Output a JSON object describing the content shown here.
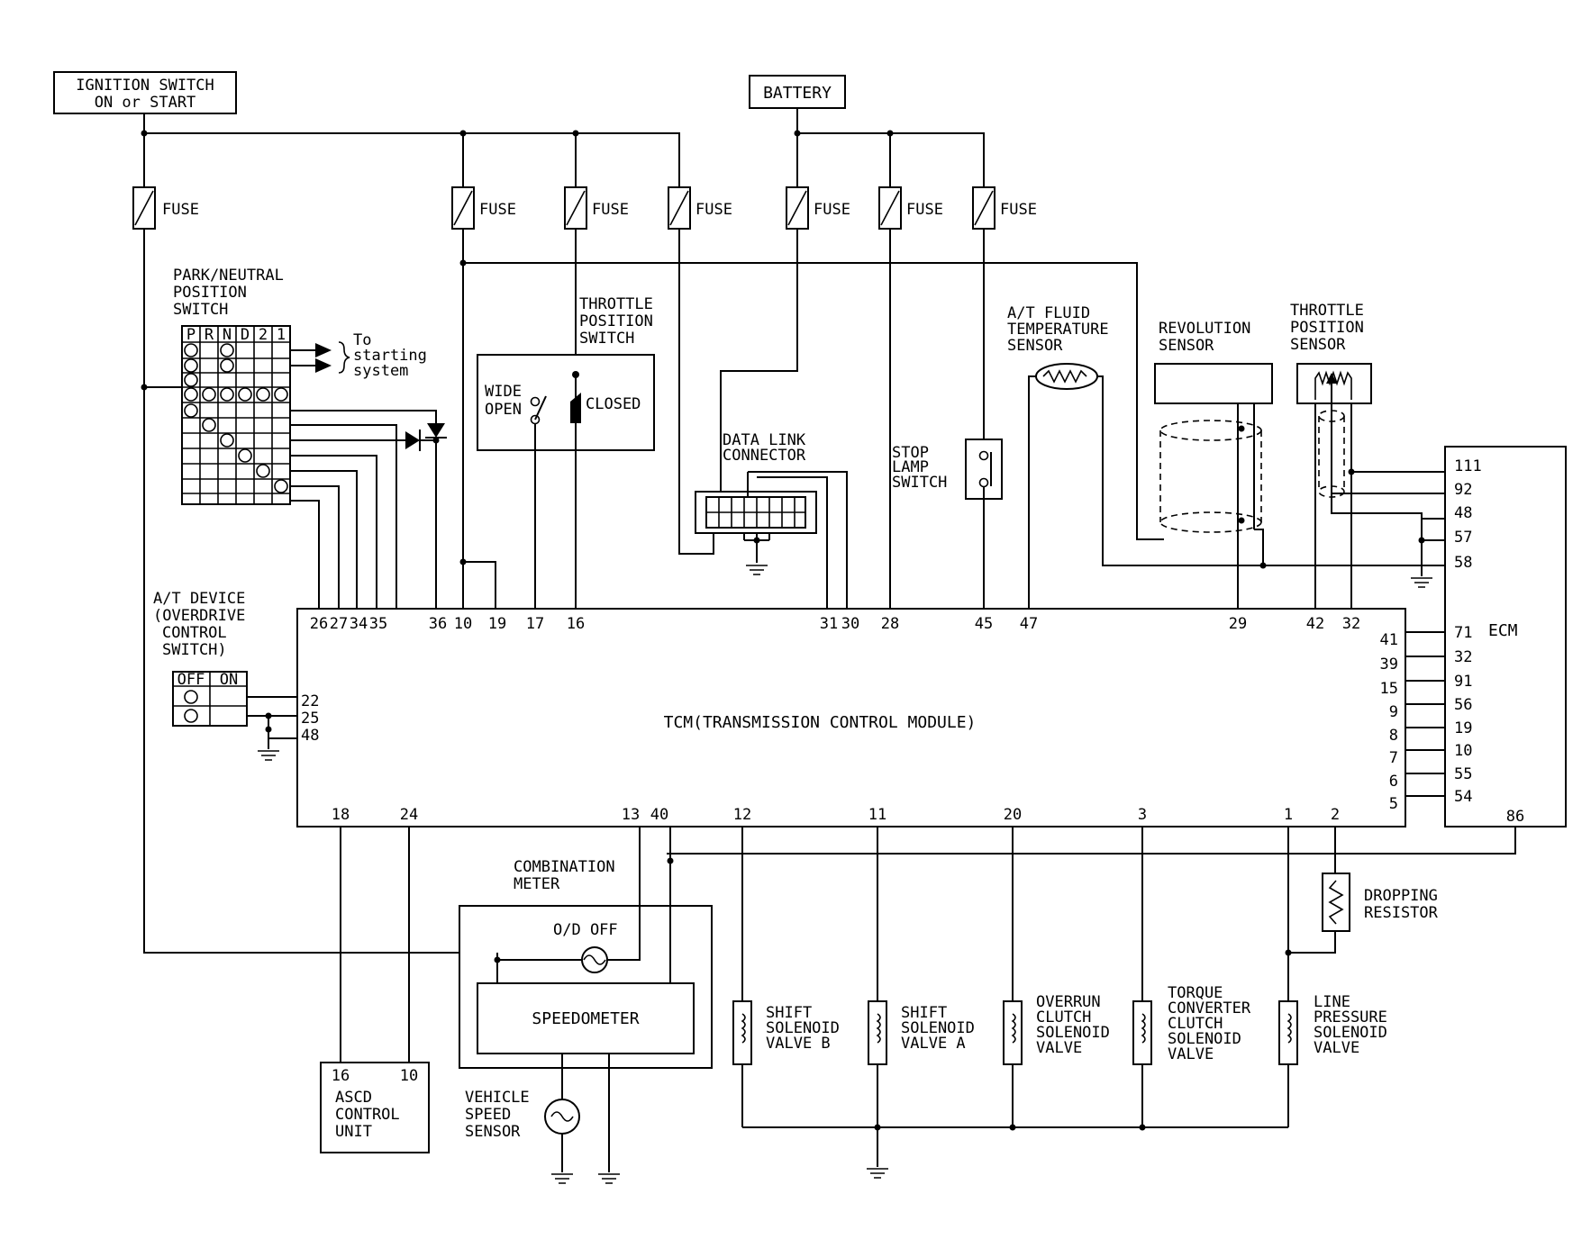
{
  "sources": {
    "ignition": [
      "IGNITION SWITCH",
      "ON or START"
    ],
    "battery": "BATTERY"
  },
  "fuse_label": "FUSE",
  "pn_switch": {
    "title": [
      "PARK/NEUTRAL",
      "POSITION",
      "SWITCH"
    ],
    "positions": [
      "P",
      "R",
      "N",
      "D",
      "2",
      "1"
    ],
    "to_starting": [
      "To",
      "starting",
      "system"
    ]
  },
  "tps_switch": {
    "title": [
      "THROTTLE",
      "POSITION",
      "SWITCH"
    ],
    "wide_open": [
      "WIDE",
      "OPEN"
    ],
    "closed": "CLOSED"
  },
  "data_link": [
    "DATA LINK",
    "CONNECTOR"
  ],
  "stop_lamp": [
    "STOP",
    "LAMP",
    "SWITCH"
  ],
  "fluid_temp": [
    "A/T FLUID",
    "TEMPERATURE",
    "SENSOR"
  ],
  "revolution": [
    "REVOLUTION",
    "SENSOR"
  ],
  "tp_sensor": [
    "THROTTLE",
    "POSITION",
    "SENSOR"
  ],
  "at_device": {
    "title": [
      "A/T DEVICE",
      "(OVERDRIVE",
      "CONTROL",
      "SWITCH)"
    ],
    "off": "OFF",
    "on": "ON"
  },
  "tcm": {
    "label": "TCM(TRANSMISSION CONTROL MODULE)",
    "top_pins": [
      "26",
      "27",
      "34",
      "35",
      "36",
      "10",
      "19",
      "17",
      "16",
      "31",
      "30",
      "28",
      "45",
      "47",
      "29",
      "42",
      "32"
    ],
    "left_pins": [
      "22",
      "25",
      "48"
    ],
    "right_pins": [
      "41",
      "39",
      "15",
      "9",
      "8",
      "7",
      "6",
      "5"
    ],
    "bottom_pins": [
      "18",
      "24",
      "13",
      "40",
      "12",
      "11",
      "20",
      "3",
      "1",
      "2"
    ]
  },
  "ecm": {
    "label": "ECM",
    "sensor_pins": [
      "111",
      "92",
      "48",
      "57",
      "58"
    ],
    "tcm_pins": [
      "71",
      "32",
      "91",
      "56",
      "19",
      "10",
      "55",
      "54"
    ],
    "bottom_pin": "86"
  },
  "combination_meter": {
    "title": [
      "COMBINATION",
      "METER"
    ],
    "od_off": "O/D OFF",
    "speedometer": "SPEEDOMETER"
  },
  "vehicle_speed": [
    "VEHICLE",
    "SPEED",
    "SENSOR"
  ],
  "ascd": {
    "pins": [
      "16",
      "10"
    ],
    "title": [
      "ASCD",
      "CONTROL",
      "UNIT"
    ]
  },
  "solenoids": [
    [
      "SHIFT",
      "SOLENOID",
      "VALVE B"
    ],
    [
      "SHIFT",
      "SOLENOID",
      "VALVE A"
    ],
    [
      "OVERRUN",
      "CLUTCH",
      "SOLENOID",
      "VALVE"
    ],
    [
      "TORQUE",
      "CONVERTER",
      "CLUTCH",
      "SOLENOID",
      "VALVE"
    ],
    [
      "LINE",
      "PRESSURE",
      "SOLENOID",
      "VALVE"
    ]
  ],
  "dropping_resistor": [
    "DROPPING",
    "RESISTOR"
  ]
}
